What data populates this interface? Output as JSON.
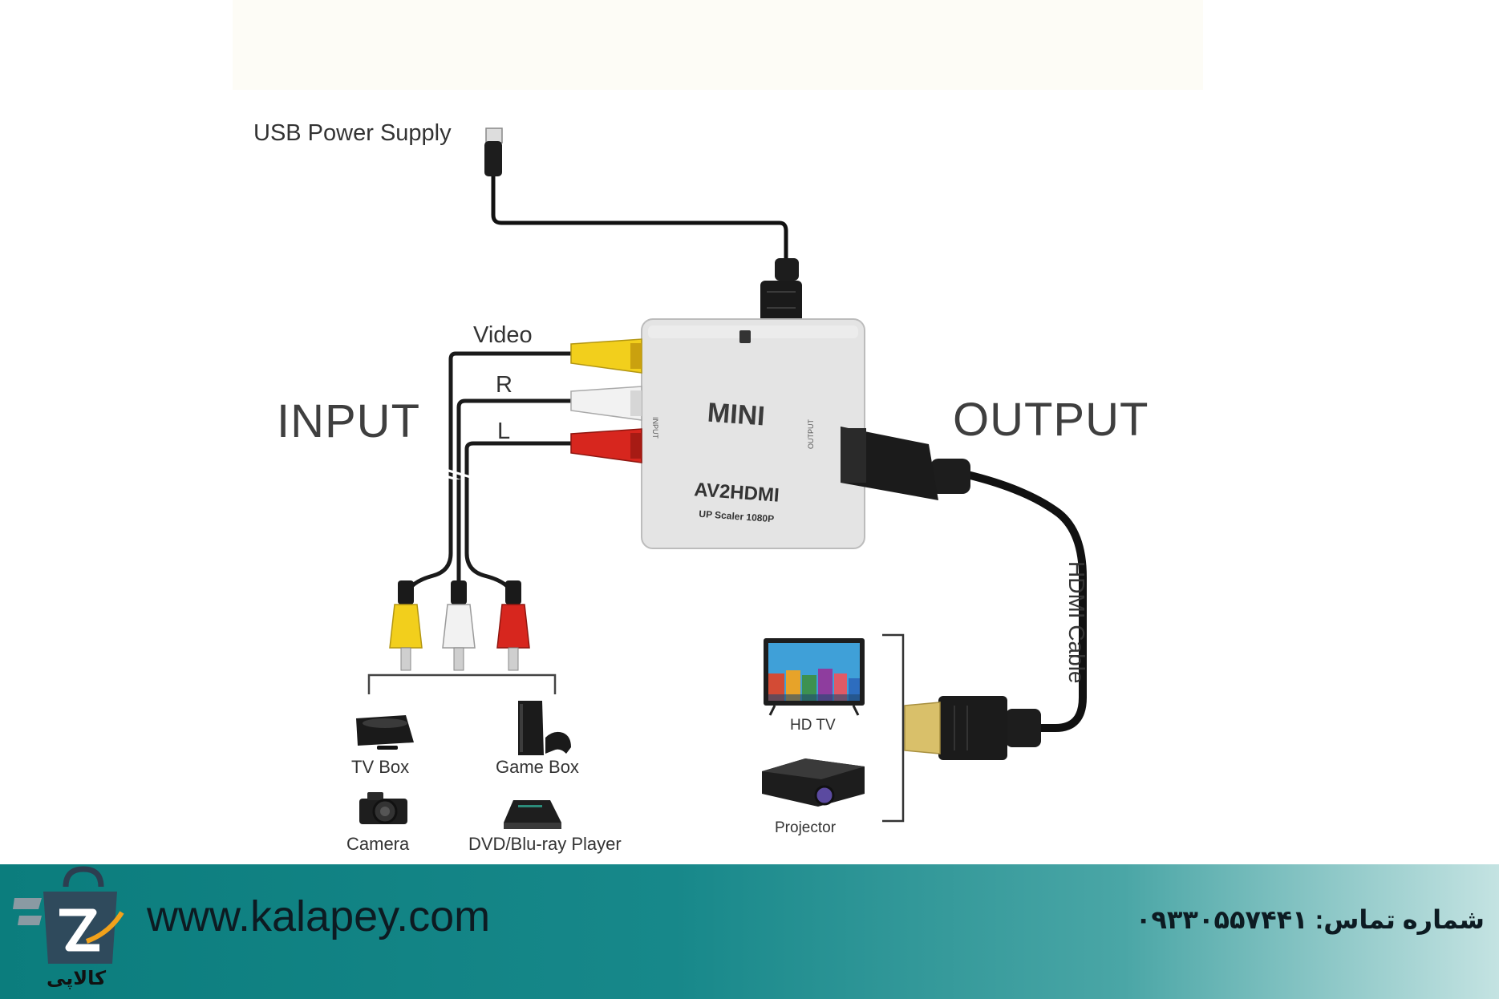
{
  "labels": {
    "usb_power_supply": "USB Power Supply",
    "video": "Video",
    "right": "R",
    "left": "L",
    "input": "INPUT",
    "output": "OUTPUT",
    "hdmi_cable": "HDMI Cable"
  },
  "device": {
    "brand": "MINI",
    "model": "AV2HDMI",
    "subtitle": "UP Scaler 1080P",
    "side_input": "INPUT",
    "side_output": "OUTPUT"
  },
  "sources": [
    "TV Box",
    "Game Box",
    "Camera",
    "DVD/Blu-ray Player"
  ],
  "outputs": [
    "HD TV",
    "Projector"
  ],
  "footer": {
    "website": "www.kalapey.com",
    "phone": "شماره تماس: ۰۹۳۳۰۵۵۷۴۴۱",
    "brand": "کالاپی"
  },
  "colors": {
    "rca_yellow": "#f2cf1c",
    "rca_white": "#f2f2f2",
    "rca_red": "#d7261e",
    "footer_teal": "#0b7d7d"
  }
}
